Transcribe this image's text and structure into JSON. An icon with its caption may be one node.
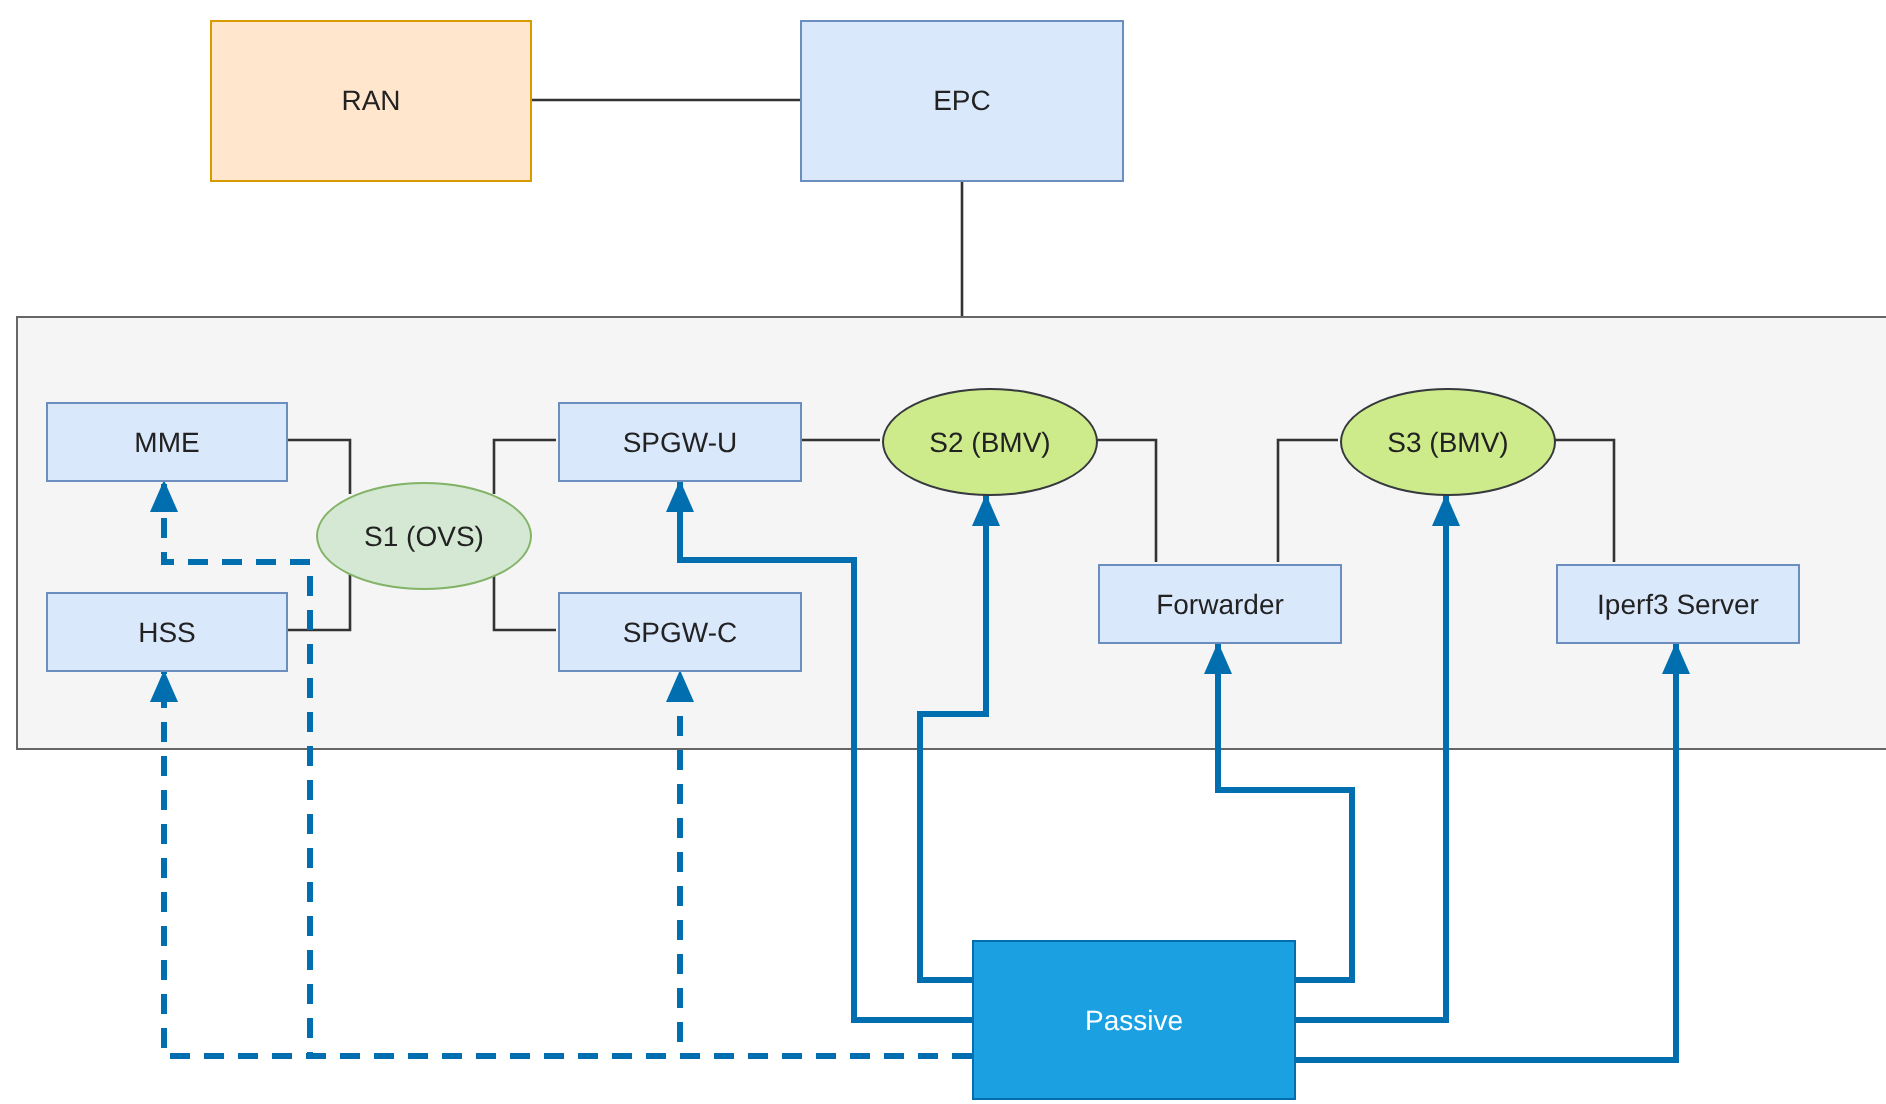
{
  "diagram": {
    "nodes": [
      {
        "text": [
          "RAN"
        ]
      },
      {
        "text": [
          "EPC"
        ]
      },
      {
        "text": [],
        "shape": "box"
      },
      {
        "text": [
          "MME"
        ],
        "in": 2
      },
      {
        "text": [
          "HSS"
        ],
        "in": 2
      },
      {
        "text": [
          "S1 (OVS)"
        ],
        "in": 2
      },
      {
        "text": [
          "SPGW-U"
        ],
        "in": 2
      },
      {
        "text": [
          "SPGW-C"
        ],
        "in": 2
      },
      {
        "text": [
          "S2 (BMV)"
        ],
        "in": 2
      },
      {
        "text": [
          "Forwarder"
        ],
        "in": 2
      },
      {
        "text": [
          "S3 (BMV)"
        ],
        "in": 2
      },
      {
        "text": [
          "Iperf3 Server"
        ],
        "in": 2
      },
      {
        "text": [
          "Passive"
        ]
      }
    ],
    "edges": [
      {
        "from": 0,
        "to": 1,
        "arrow": "none"
      },
      {
        "from": 1,
        "to": 2,
        "arrow": "none"
      },
      {
        "from": 3,
        "to": 5,
        "arrow": "none"
      },
      {
        "from": 4,
        "to": 5,
        "arrow": "none"
      },
      {
        "from": 5,
        "to": 6,
        "arrow": "none"
      },
      {
        "from": 5,
        "to": 7,
        "arrow": "none"
      },
      {
        "from": 6,
        "to": 8,
        "arrow": "none"
      },
      {
        "from": 8,
        "to": 9,
        "arrow": "none"
      },
      {
        "from": 9,
        "to": 10,
        "arrow": "none"
      },
      {
        "from": 10,
        "to": 11,
        "arrow": "none"
      },
      {
        "from": 12,
        "to": 3,
        "arrow": "to",
        "style": "dashed",
        "color": "#006eaf"
      },
      {
        "from": 12,
        "to": 4,
        "arrow": "to",
        "style": "dashed",
        "color": "#006eaf"
      },
      {
        "from": 12,
        "to": 7,
        "arrow": "to",
        "style": "dashed",
        "color": "#006eaf"
      },
      {
        "from": 12,
        "to": 6,
        "arrow": "to",
        "style": "thick",
        "color": "#006eaf"
      },
      {
        "from": 12,
        "to": 8,
        "arrow": "to",
        "style": "thick",
        "color": "#006eaf"
      },
      {
        "from": 12,
        "to": 9,
        "arrow": "to",
        "style": "thick",
        "color": "#006eaf"
      },
      {
        "from": 12,
        "to": 10,
        "arrow": "to",
        "style": "thick",
        "color": "#006eaf"
      },
      {
        "from": 12,
        "to": 11,
        "arrow": "to",
        "style": "thick",
        "color": "#006eaf"
      }
    ]
  }
}
